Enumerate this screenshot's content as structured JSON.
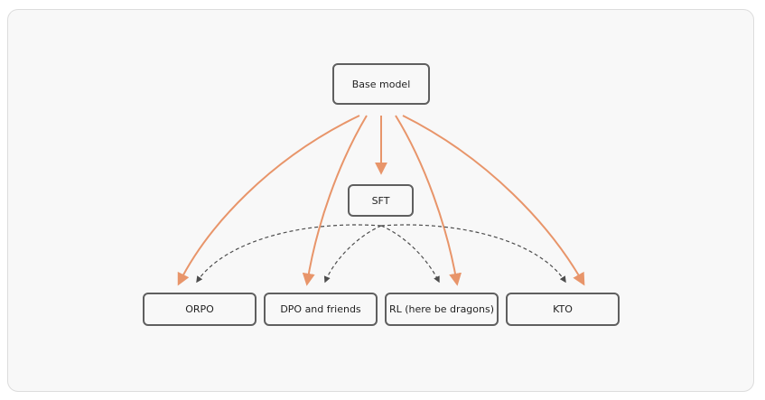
{
  "nodes": {
    "base": "Base model",
    "sft": "SFT",
    "orpo": "ORPO",
    "dpo": "DPO and friends",
    "rl": "RL (here be dragons)",
    "kto": "KTO"
  },
  "colors": {
    "base_edge": "#e8956a",
    "sft_edge": "#4d4d4d",
    "node_border": "#5f5f5f",
    "background": "#f8f8f8"
  }
}
